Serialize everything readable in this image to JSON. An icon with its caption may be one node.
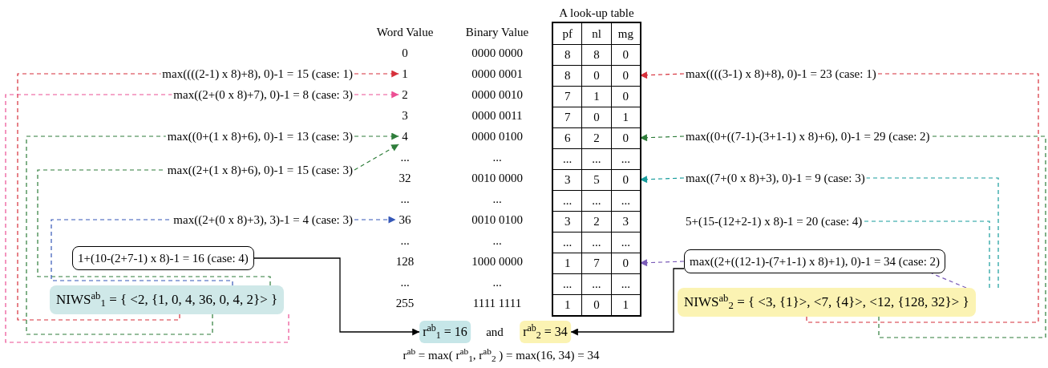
{
  "diagram": {
    "nodes": [
      {
        "text": [
          "A look-up table"
        ]
      },
      {
        "text": [
          "pf",
          "nl",
          "mg"
        ],
        "in": 0
      },
      {
        "text": [
          "8",
          "8",
          "0"
        ],
        "in": 0
      },
      {
        "text": [
          "8",
          "0",
          "0"
        ],
        "in": 0
      },
      {
        "text": [
          "7",
          "1",
          "0"
        ],
        "in": 0
      },
      {
        "text": [
          "7",
          "0",
          "1"
        ],
        "in": 0
      },
      {
        "text": [
          "6",
          "2",
          "0"
        ],
        "in": 0
      },
      {
        "text": [
          "...",
          "...",
          "..."
        ],
        "in": 0
      },
      {
        "text": [
          "3",
          "5",
          "0"
        ],
        "in": 0
      },
      {
        "text": [
          "...",
          "...",
          "..."
        ],
        "in": 0
      },
      {
        "text": [
          "3",
          "2",
          "3"
        ],
        "in": 0
      },
      {
        "text": [
          "...",
          "...",
          "..."
        ],
        "in": 0
      },
      {
        "text": [
          "1",
          "7",
          "0"
        ],
        "in": 0
      },
      {
        "text": [
          "...",
          "...",
          "..."
        ],
        "in": 0
      },
      {
        "text": [
          "1",
          "0",
          "1"
        ],
        "in": 0
      },
      {
        "text": [
          "0"
        ]
      },
      {
        "text": [
          "1"
        ]
      },
      {
        "text": [
          "2"
        ]
      },
      {
        "text": [
          "3"
        ]
      },
      {
        "text": [
          "4"
        ]
      },
      {
        "text": [
          "..."
        ]
      },
      {
        "text": [
          "32"
        ]
      },
      {
        "text": [
          "..."
        ]
      },
      {
        "text": [
          "36"
        ]
      },
      {
        "text": [
          "..."
        ]
      },
      {
        "text": [
          "128"
        ]
      },
      {
        "text": [
          "..."
        ]
      },
      {
        "text": [
          "255"
        ]
      },
      {
        "text": [
          "max((((2-1) x 8)+8), 0)-1 = 15 (case: 1)"
        ]
      },
      {
        "text": [
          "max((2+(0 x 8)+7), 0)-1 = 8 (case: 3)"
        ]
      },
      {
        "text": [
          "max((0+(1 x 8)+6), 0)-1 = 13 (case: 3)"
        ]
      },
      {
        "text": [
          "max((2+(1 x 8)+6), 0)-1 = 15 (case: 3)"
        ]
      },
      {
        "text": [
          "max((2+(0 x 8)+3), 3)-1 = 4 (case: 3)"
        ]
      },
      {
        "text": [
          "1+(10-(2+7-1) x 8)-1 = 16 (case: 4)"
        ]
      },
      {
        "text": [
          "NIWS$^{ab}$$_{1}$ = { <2, {1, 0, 4, 36, 0, 4, 2}> }"
        ]
      },
      {
        "text": [
          "max((((3-1) x 8)+8), 0)-1 = 23 (case: 1)"
        ]
      },
      {
        "text": [
          "max((0+((7-1)-(3+1-1) x 8)+6), 0)-1 = 29 (case: 2)"
        ]
      },
      {
        "text": [
          "max((7+(0 x 8)+3), 0)-1 = 9 (case: 3)"
        ]
      },
      {
        "text": [
          "5+(15-(12+2-1) x 8)-1 = 20 (case: 4)"
        ]
      },
      {
        "text": [
          "max((2+((12-1)-(7+1-1) x 8)+1), 0)-1 = 34 (case: 2)"
        ]
      },
      {
        "text": [
          "NIWS$^{ab}$$_{2}$ = { <3, {1}>, <7, {4}>, <12, {128, 32}> }"
        ]
      },
      {
        "text": [
          "r$^{ab}$$_{1}$ = 16"
        ]
      },
      {
        "text": [
          "r$^{ab}$$_{2}$ = 34"
        ]
      }
    ],
    "edges": [
      {
        "from": 34,
        "to": 28,
        "arrow": "none",
        "style": "dashed",
        "color": "#d62f3a"
      },
      {
        "from": 28,
        "to": 16,
        "arrow": "to",
        "style": "dashed",
        "color": "#d62f3a"
      },
      {
        "from": 34,
        "to": 29,
        "arrow": "none",
        "style": "dashed",
        "color": "#ec4f93"
      },
      {
        "from": 29,
        "to": 17,
        "arrow": "to",
        "style": "dashed",
        "color": "#ec4f93"
      },
      {
        "from": 34,
        "to": 30,
        "arrow": "none",
        "style": "dashed",
        "color": "#2e7d3a"
      },
      {
        "from": 30,
        "to": 19,
        "arrow": "to",
        "style": "dashed",
        "color": "#2e7d3a"
      },
      {
        "from": 34,
        "to": 31,
        "arrow": "none",
        "style": "dashed",
        "color": "#2e7d3a"
      },
      {
        "from": 31,
        "to": 19,
        "arrow": "to",
        "style": "dashed",
        "color": "#2e7d3a"
      },
      {
        "from": 34,
        "to": 32,
        "arrow": "none",
        "style": "dashed",
        "color": "#3557b7"
      },
      {
        "from": 32,
        "to": 23,
        "arrow": "to",
        "style": "dashed",
        "color": "#3557b7"
      },
      {
        "from": 33,
        "to": 41,
        "arrow": "to",
        "color": "#000000"
      },
      {
        "from": 40,
        "to": 35,
        "arrow": "none",
        "style": "dashed",
        "color": "#d62f3a"
      },
      {
        "from": 35,
        "to": 3,
        "arrow": "to",
        "style": "dashed",
        "color": "#d62f3a"
      },
      {
        "from": 40,
        "to": 36,
        "arrow": "none",
        "style": "dashed",
        "color": "#2e7d3a"
      },
      {
        "from": 36,
        "to": 6,
        "arrow": "to",
        "style": "dashed",
        "color": "#2e7d3a"
      },
      {
        "from": 40,
        "to": 37,
        "arrow": "none",
        "style": "dashed",
        "color": "#169c9c"
      },
      {
        "from": 37,
        "to": 8,
        "arrow": "to",
        "style": "dashed",
        "color": "#169c9c"
      },
      {
        "from": 40,
        "to": 38,
        "arrow": "none",
        "style": "dashed",
        "color": "#169c9c"
      },
      {
        "from": 40,
        "to": 39,
        "arrow": "none",
        "style": "dashed",
        "color": "#7b5cb8"
      },
      {
        "from": 39,
        "to": 12,
        "arrow": "to",
        "style": "dashed",
        "color": "#7b5cb8"
      },
      {
        "from": 39,
        "to": 42,
        "arrow": "to",
        "color": "#000000"
      }
    ],
    "labels": [
      "Word Value",
      "Binary Value",
      "0000 0000",
      "0000 0001",
      "0000 0010",
      "0000 0011",
      "0000 0100",
      "...",
      "0010 0000",
      "...",
      "0010 0100",
      "...",
      "1000 0000",
      "...",
      "1111 1111",
      "and",
      "r$^{ab}$ = max( r$^{ab}$$_{1}$, r$^{ab}$$_{2}$ ) = max(16, 34) = 34"
    ]
  }
}
